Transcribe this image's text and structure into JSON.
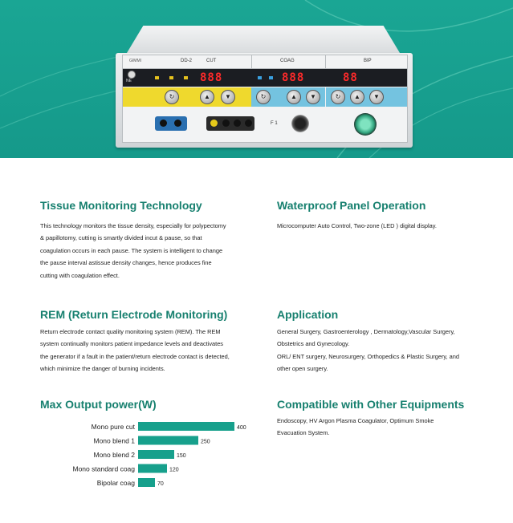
{
  "device": {
    "brand": "GIMMI",
    "model": "DD-2",
    "labels": {
      "cut": "CUT",
      "coag": "COAG",
      "bip": "BIP"
    },
    "displays": {
      "cut": "888",
      "coag": "888",
      "bip": "88"
    },
    "ne_label": "NE",
    "footswitch_label": "F 1"
  },
  "sections": {
    "tissue": {
      "title": "Tissue Monitoring Technology",
      "lines": [
        "This technology monitors the tissue density, especially for polypectomy",
        "& papillotomy, cutting is smartly divided incut & pause, so that",
        "coagulation occurs in each pause. The system is intelligent to change",
        "the pause interval astissue density changes, hence produces fine",
        "cutting with coagulation effect."
      ]
    },
    "waterproof": {
      "title": "Waterproof Panel Operation",
      "lines": [
        "Microcomputer Auto Control, Two-zone (LED ) digital display."
      ]
    },
    "rem": {
      "title": "REM (Return Electrode Monitoring)",
      "lines": [
        "Return electrode contact quality monitoring system (REM). The REM",
        "system continually monitors patient impedance levels and deactivates",
        "the generator if a fault in the patient/return electrode contact is detected,",
        "which minimize the danger of burning incidents."
      ]
    },
    "application": {
      "title": "Application",
      "lines": [
        "General Surgery, Gastroenterology , Dermatology,Vascular Surgery,",
        "Obstetrics and Gynecology.",
        "ORL/ ENT surgery, Neurosurgery, Orthopedics & Plastic Surgery, and",
        "other open surgery."
      ]
    },
    "max_output": {
      "title": "Max Output power(W)"
    },
    "compatible": {
      "title": "Compatible with Other Equipments",
      "lines": [
        "Endoscopy, HV Argon Plasma Coagulator, Optimum Smoke",
        "Evacuation System."
      ]
    }
  },
  "chart_data": {
    "type": "bar",
    "orientation": "horizontal",
    "categories": [
      "Mono pure cut",
      "Mono blend 1",
      "Mono blend 2",
      "Mono standard coag",
      "Bipolar coag"
    ],
    "values": [
      400,
      250,
      150,
      120,
      70
    ],
    "title": "Max Output power(W)",
    "xlim": [
      0,
      400
    ],
    "grid": false,
    "legend": "none",
    "bar_color": "#17a08c"
  },
  "colors": {
    "teal": "#17806f",
    "hero": "#1aa694",
    "bar": "#17a08c"
  }
}
